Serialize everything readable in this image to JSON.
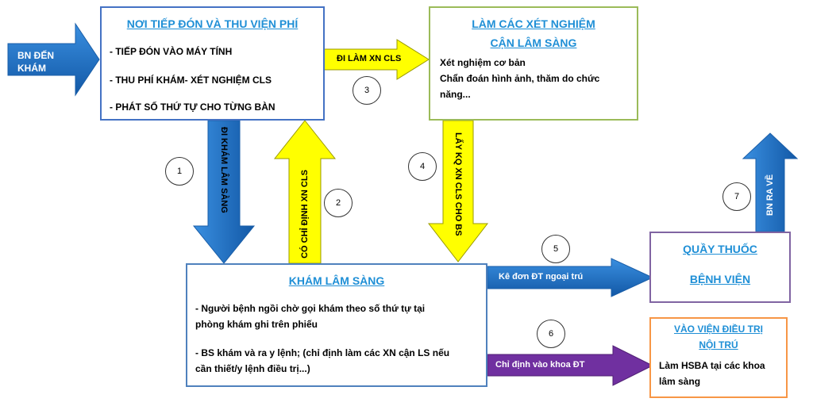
{
  "start": {
    "label": "BN ĐẾN\nKHÁM"
  },
  "reception": {
    "title": "NƠI TIẾP ĐÓN VÀ THU VIỆN PHÍ",
    "items": [
      "- TIẾP ĐÓN VÀO MÁY TÍNH",
      "- THU PHÍ KHÁM- XÉT NGHIỆM CLS",
      "- PHÁT SỐ THỨ TỰ CHO TỪNG BÀN"
    ]
  },
  "lab": {
    "title_line1": "LÀM CÁC XÉT NGHIỆM",
    "title_line2": "CẬN LÂM SÀNG",
    "lines": [
      "Xét nghiệm cơ bản",
      "Chẩn đoán hình ảnh, thăm do chức",
      "năng..."
    ]
  },
  "clinic": {
    "title": "KHÁM LÂM SÀNG",
    "lines": [
      "- Người bệnh ngồi chờ gọi  khám  theo số thứ tự tại",
      "phòng khám ghi trên phiếu",
      "- BS khám và ra y lệnh; (chỉ định làm các XN  cận LS nếu",
      "cần thiết/y lệnh điều trị...)"
    ]
  },
  "pharmacy": {
    "title_line1": "QUẦY THUỐC",
    "title_line2": "BỆNH VIỆN"
  },
  "inpatient": {
    "title_line1": "VÀO VIỆN  ĐIỀU TRỊ",
    "title_line2": "NỘI TRÚ",
    "lines": [
      "Làm HSBA  tại các khoa",
      "lâm sàng"
    ]
  },
  "arrows": {
    "a1": "ĐI KHÁM LÂM SÀNG",
    "a2": "CÓ CHỈ ĐỊNH XN CLS",
    "a3": "ĐI LÀM XN CLS",
    "a4": "LẤY KQ XN CLS CHO BS",
    "a5": "Kê đơn ĐT ngoại trú",
    "a6": "Chỉ định vào khoa ĐT",
    "a7": "BN RA VỀ"
  },
  "steps": [
    "1",
    "2",
    "3",
    "4",
    "5",
    "6",
    "7"
  ],
  "colors": {
    "blue_arrow": "#1f6fc1",
    "yellow_arrow": "#ffff00",
    "purple_arrow": "#7030a0",
    "reception_border": "#4472c4",
    "lab_border": "#9bbb59",
    "clinic_border": "#4f81bd",
    "pharmacy_border": "#8064a2",
    "inpatient_border": "#f79646",
    "title_blue": "#1f8fd6"
  }
}
